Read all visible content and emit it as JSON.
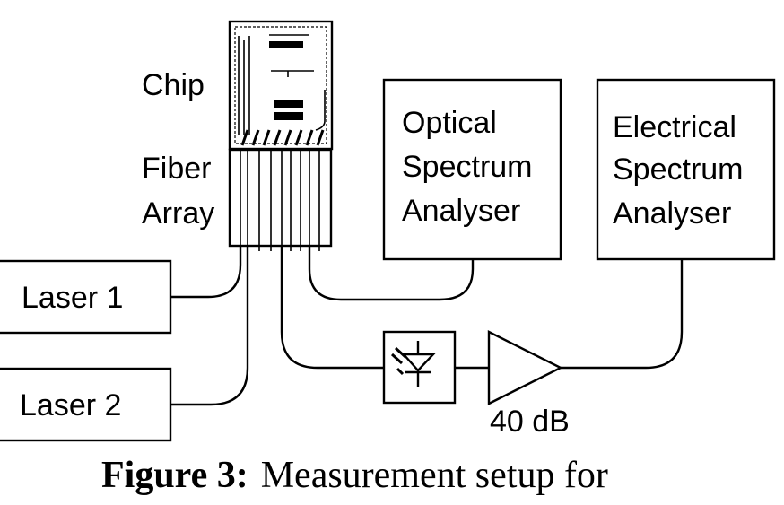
{
  "diagram": {
    "chip_label": "Chip",
    "fiber_array_label": [
      "Fiber",
      "Array"
    ],
    "laser1_label": "Laser 1",
    "laser2_label": "Laser 2",
    "optical_analyser_label": [
      "Optical",
      "Spectrum",
      "Analyser"
    ],
    "electrical_analyser_label": [
      "Electrical",
      "Spectrum",
      "Analyser"
    ],
    "amplifier_gain_label": "40 dB",
    "icons": {
      "photodiode": "photodiode-icon",
      "amplifier": "amplifier-triangle-icon"
    }
  },
  "caption": {
    "prefix": "Figure 3:",
    "text": "Measurement setup for"
  },
  "colors": {
    "ink": "#000000",
    "background": "#ffffff"
  }
}
